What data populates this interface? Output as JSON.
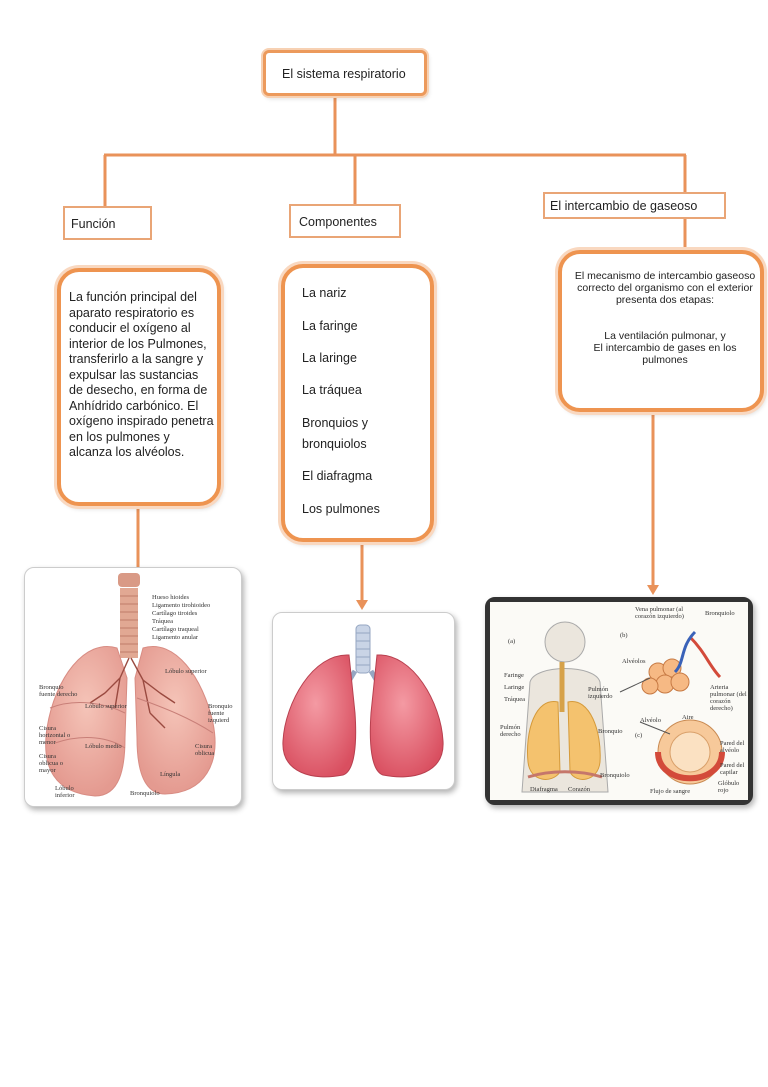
{
  "title": "El sistema respiratorio",
  "branches": {
    "funcion": {
      "label": "Función",
      "text": "La función principal del aparato respiratorio es conducir el oxígeno al interior de los Pulmones, transferirlo a la sangre y expulsar las sustancias de desecho, en forma de Anhídrido carbónico. El oxígeno inspirado penetra en los pulmones y alcanza los alvéolos."
    },
    "componentes": {
      "label": "Componentes",
      "items": [
        "La nariz",
        "La faringe",
        "La laringe",
        "La tráquea",
        "Bronquios y",
        "bronquiolos",
        "El diafragma",
        "Los pulmones"
      ]
    },
    "intercambio": {
      "label": "El intercambio de gaseoso",
      "text1": "El mecanismo de intercambio gaseoso correcto del organismo con el exterior presenta dos etapas:",
      "text2": "La ventilación pulmonar, y",
      "text3": "El intercambio de gases en los pulmones"
    }
  },
  "image1_labels": [
    "Hueso hioides",
    "Ligamento tirohioideo",
    "Cartílago tiroides",
    "Tráquea",
    "Cartílago traqueal",
    "Ligamento anular",
    "Lóbulo superior",
    "Bronquio fuente derecho",
    "Lóbulo superior",
    "Bronquio fuente izquierd",
    "Cisura horizontal o menor",
    "Lóbulo medio",
    "Cisura oblicua o mayor",
    "Cisura oblicua",
    "Língula",
    "Lóbulo inferior",
    "Bronquiolo"
  ],
  "image3_labels": [
    "(a)",
    "(b)",
    "(c)",
    "Vena pulmonar (al corazón izquierdo)",
    "Bronquiolo",
    "Alvéolos",
    "Arteria pulmonar (del corazón derecho)",
    "Faringe",
    "Laringe",
    "Tráquea",
    "Pulmón izquierdo",
    "Pulmón derecho",
    "Bronquio",
    "Alvéolo",
    "Aire",
    "Pared del alvéolo",
    "Pared del capilar",
    "Glóbulo rojo",
    "Bronquiolo",
    "Diafragma",
    "Corazón",
    "Flujo de sangre"
  ],
  "colors": {
    "connector": "#e9925a",
    "border": "#ee9450",
    "lung": "#e8737f"
  }
}
